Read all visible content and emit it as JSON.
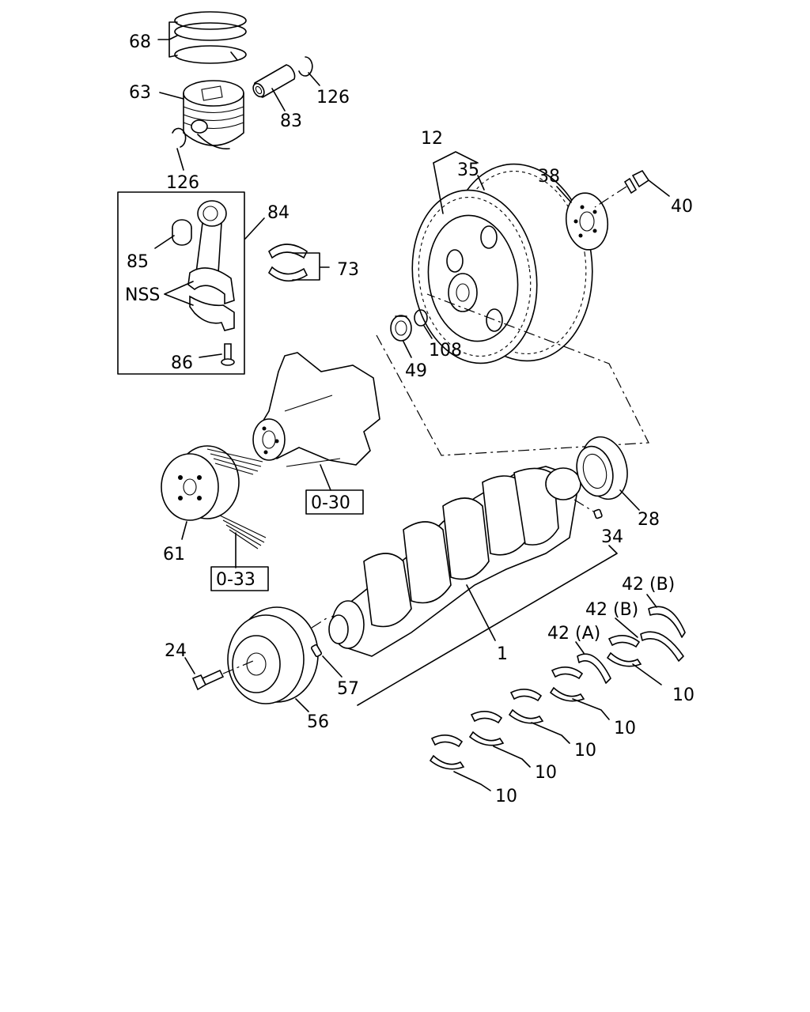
{
  "callouts": {
    "c68": "68",
    "c63": "63",
    "c126a": "126",
    "c126b": "126",
    "c83": "83",
    "c84": "84",
    "c85": "85",
    "cNSS": "NSS",
    "c86": "86",
    "c73": "73",
    "c12": "12",
    "c35": "35",
    "c38": "38",
    "c40": "40",
    "c108": "108",
    "c49": "49",
    "c28": "28",
    "c34": "34",
    "c61": "61",
    "c1": "1",
    "c42b1": "42 (B)",
    "c42b2": "42 (B)",
    "c42a": "42 (A)",
    "c24": "24",
    "c57": "57",
    "c56": "56",
    "c10a": "10",
    "c10b": "10",
    "c10c": "10",
    "c10d": "10",
    "c10e": "10"
  },
  "refs": {
    "r030": "0-30",
    "r033": "0-33"
  }
}
